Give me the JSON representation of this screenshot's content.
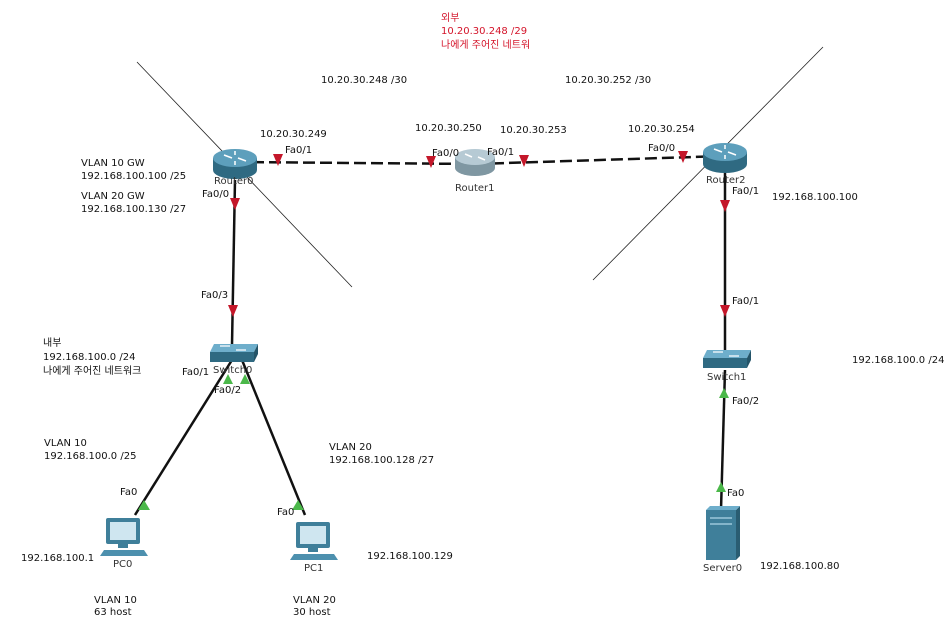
{
  "external_note": {
    "title": "외부",
    "network": "10.20.30.248 /29",
    "caption": "나에게 주어진 네트워",
    "color": "#d4142a"
  },
  "internal_note": {
    "title": "내부",
    "network": "192.168.100.0 /24",
    "caption": "나에게 주어진 네트워크"
  },
  "devices": {
    "router0": "Router0",
    "router1": "Router1",
    "router2": "Router2",
    "switch0": "Switch0",
    "switch1": "Switch1",
    "pc0": "PC0",
    "pc1": "PC1",
    "server0": "Server0"
  },
  "networks": {
    "link_r0_r1": "10.20.30.248 /30",
    "link_r1_r2": "10.20.30.252 /30",
    "right_lan": "192.168.100.0 /24"
  },
  "addresses": {
    "r0_fa01": "10.20.30.249",
    "r1_fa00": "10.20.30.250",
    "r1_fa01": "10.20.30.253",
    "r2_fa00": "10.20.30.254",
    "r2_fa01": "192.168.100.100",
    "pc0": "192.168.100.1",
    "pc1": "192.168.100.129",
    "server0": "192.168.100.80"
  },
  "gateways": {
    "vlan10_title": "VLAN 10 GW",
    "vlan10_ip": "192.168.100.100 /25",
    "vlan20_title": "VLAN 20 GW",
    "vlan20_ip": "192.168.100.130 /27"
  },
  "vlans": {
    "vlan10_title": "VLAN 10",
    "vlan10_net": "192.168.100.0 /25",
    "vlan20_title": "VLAN 20",
    "vlan20_net": "192.168.100.128 /27",
    "vlan10_hosts_title": "VLAN 10",
    "vlan10_hosts": "63 host",
    "vlan20_hosts_title": "VLAN 20",
    "vlan20_hosts": "30 host"
  },
  "ports": {
    "r0_fa01": "Fa0/1",
    "r0_fa00": "Fa0/0",
    "r1_fa00": "Fa0/0",
    "r1_fa01": "Fa0/1",
    "r2_fa00": "Fa0/0",
    "r2_fa01": "Fa0/1",
    "sw0_fa03": "Fa0/3",
    "sw0_fa01": "Fa0/1",
    "sw0_fa02": "Fa0/2",
    "pc0_fa0": "Fa0",
    "pc1_fa0": "Fa0",
    "sw1_fa01": "Fa0/1",
    "sw1_fa02": "Fa0/2",
    "server_fa0": "Fa0"
  },
  "colors": {
    "device_blue": "#3f7f9a",
    "port_down": "#c4172a",
    "port_up": "#4bb84a"
  }
}
